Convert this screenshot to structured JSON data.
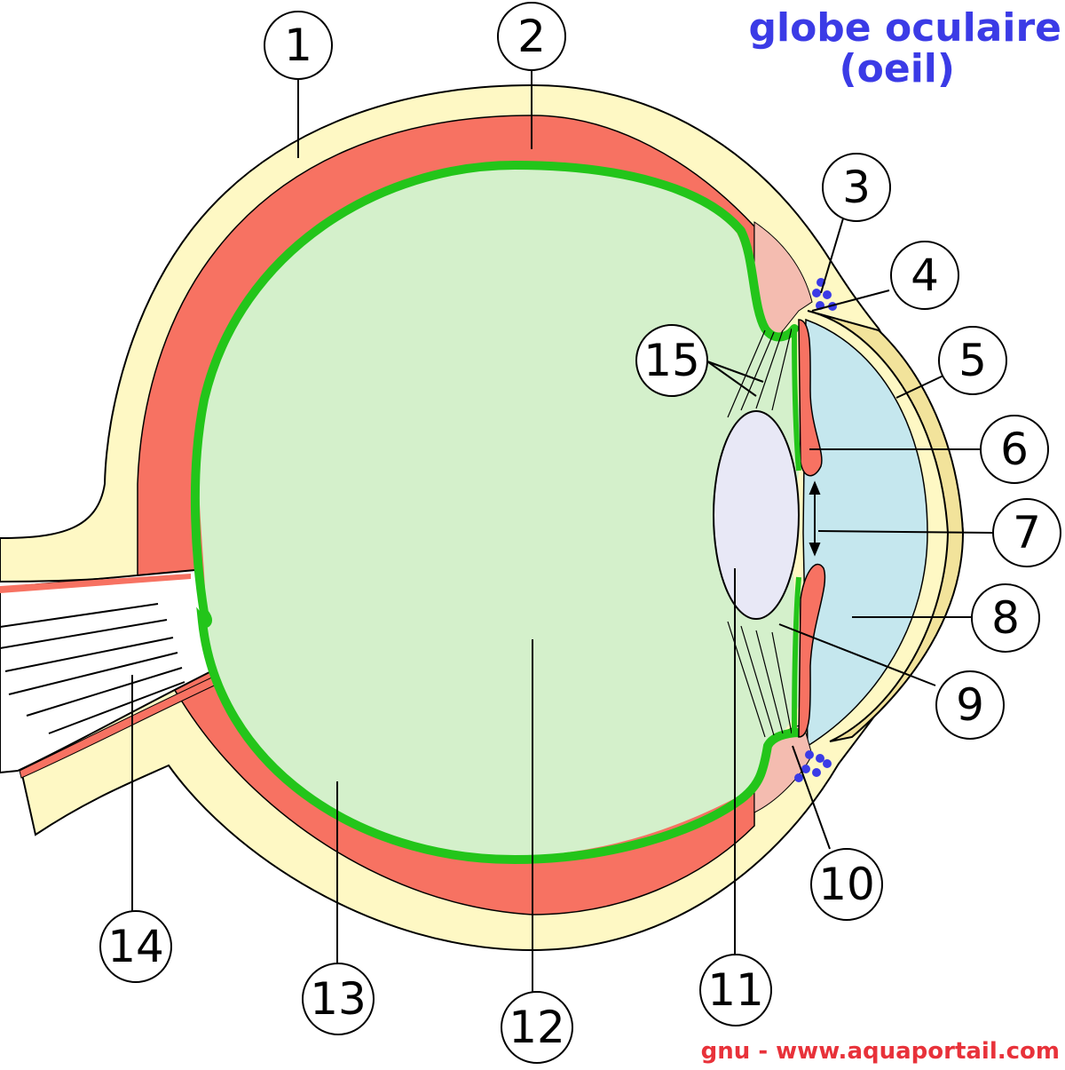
{
  "title": {
    "line1": "globe oculaire",
    "line2": "(oeil)"
  },
  "credit": "gnu - www.aquaportail.com",
  "labels": [
    "1",
    "2",
    "3",
    "4",
    "5",
    "6",
    "7",
    "8",
    "9",
    "10",
    "11",
    "12",
    "13",
    "14",
    "15"
  ],
  "colors": {
    "outer_layer": "#fef8c4",
    "middle_layer": "#f77262",
    "retina": "#23c51a",
    "vitreous": "#d4f0cb",
    "aqueous": "#c5e7ee",
    "cornea": "#f2e39b",
    "lens": "#e8e8f6",
    "ciliary": "#f4bcb0",
    "title": "#3b3be6",
    "credit": "#e8323a"
  }
}
